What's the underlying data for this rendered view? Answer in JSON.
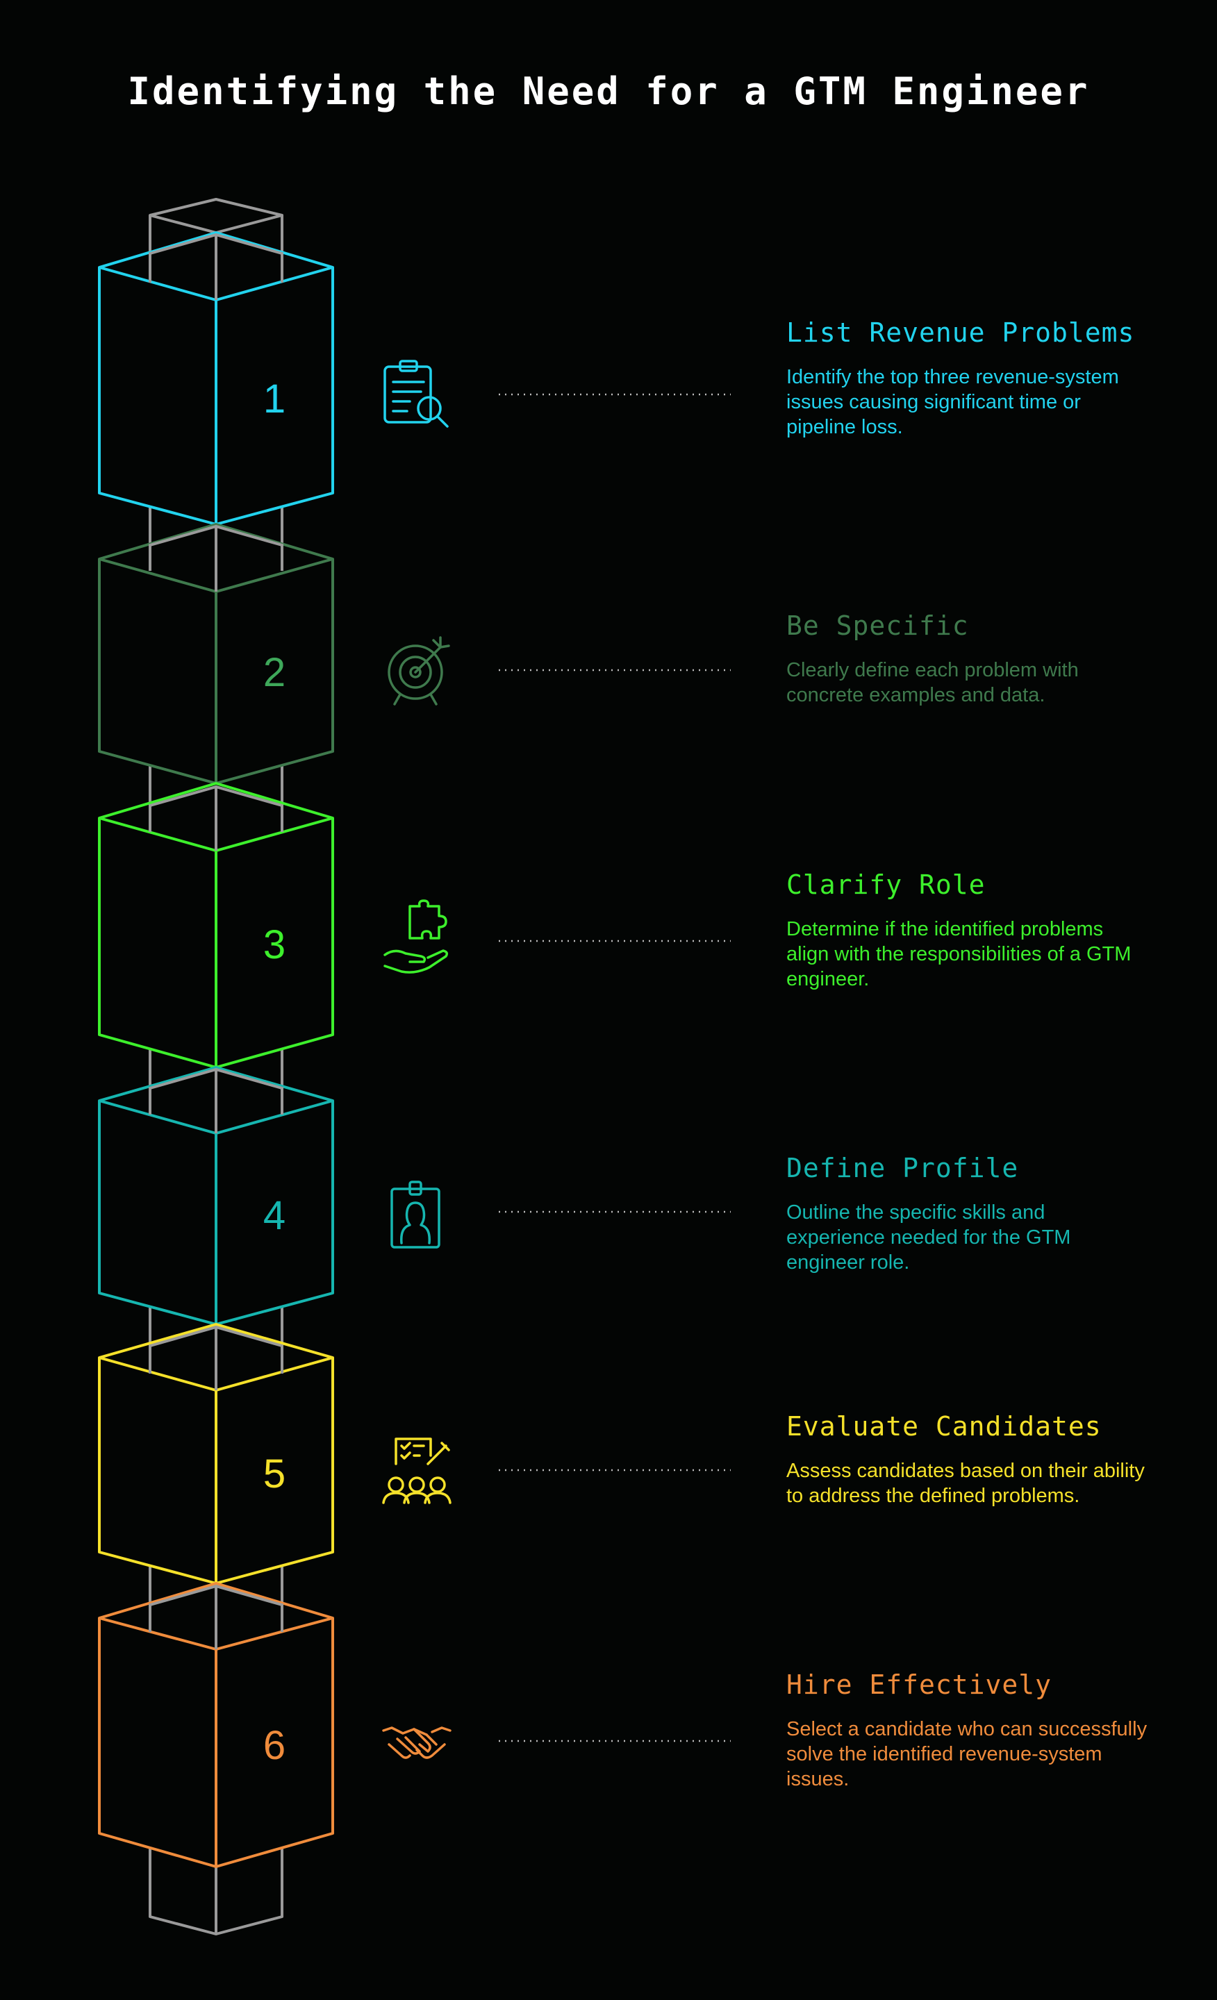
{
  "title": "Identifying the Need for a GTM Engineer",
  "colors": {
    "background": "#030504",
    "shaft": "#9a9a9a",
    "dots": "#bdbdbd"
  },
  "steps": [
    {
      "number": "1",
      "title": "List Revenue Problems",
      "description": "Identify the top three revenue-system issues causing significant time or pipeline loss.",
      "color": "#22d3ee",
      "icon": "clipboard-search-icon"
    },
    {
      "number": "2",
      "title": "Be Specific",
      "description": "Clearly define each problem with concrete examples and data.",
      "color": "#3f7a4d",
      "icon": "target-arrow-icon"
    },
    {
      "number": "3",
      "title": "Clarify Role",
      "description": "Determine if the identified problems align with the responsibilities of a GTM engineer.",
      "color": "#3df02c",
      "icon": "hand-puzzle-icon"
    },
    {
      "number": "4",
      "title": "Define Profile",
      "description": "Outline the specific skills and experience needed for the GTM engineer role.",
      "color": "#16b6b0",
      "icon": "id-badge-icon"
    },
    {
      "number": "5",
      "title": "Evaluate Candidates",
      "description": "Assess candidates based on their ability to address the defined problems.",
      "color": "#f5e12a",
      "icon": "candidates-checklist-icon"
    },
    {
      "number": "6",
      "title": "Hire Effectively",
      "description": "Select a candidate who can successfully solve the identified revenue-system issues.",
      "color": "#f08c3c",
      "icon": "handshake-icon"
    }
  ]
}
